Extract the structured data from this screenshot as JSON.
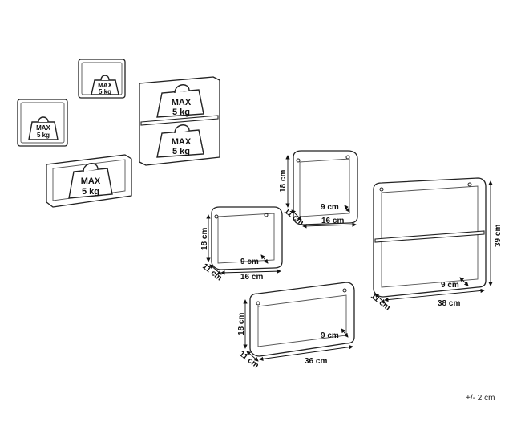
{
  "weight_label": {
    "line1": "MAX",
    "line2": "5 kg"
  },
  "dimensions": {
    "small_cube": {
      "height": "18 cm",
      "depth": "11 cm",
      "width": "16 cm",
      "inner_depth": "9 cm"
    },
    "small_cube_b": {
      "height": "18 cm",
      "depth": "11 cm",
      "width": "16 cm",
      "inner_depth": "9 cm"
    },
    "rectangle": {
      "height": "18 cm",
      "depth": "11 cm",
      "width": "36 cm",
      "inner_depth": "9 cm"
    },
    "tall_double": {
      "height": "39 cm",
      "depth": "11 cm",
      "width": "38 cm",
      "inner_depth": "9 cm"
    }
  },
  "tolerance": "+/- 2 cm"
}
